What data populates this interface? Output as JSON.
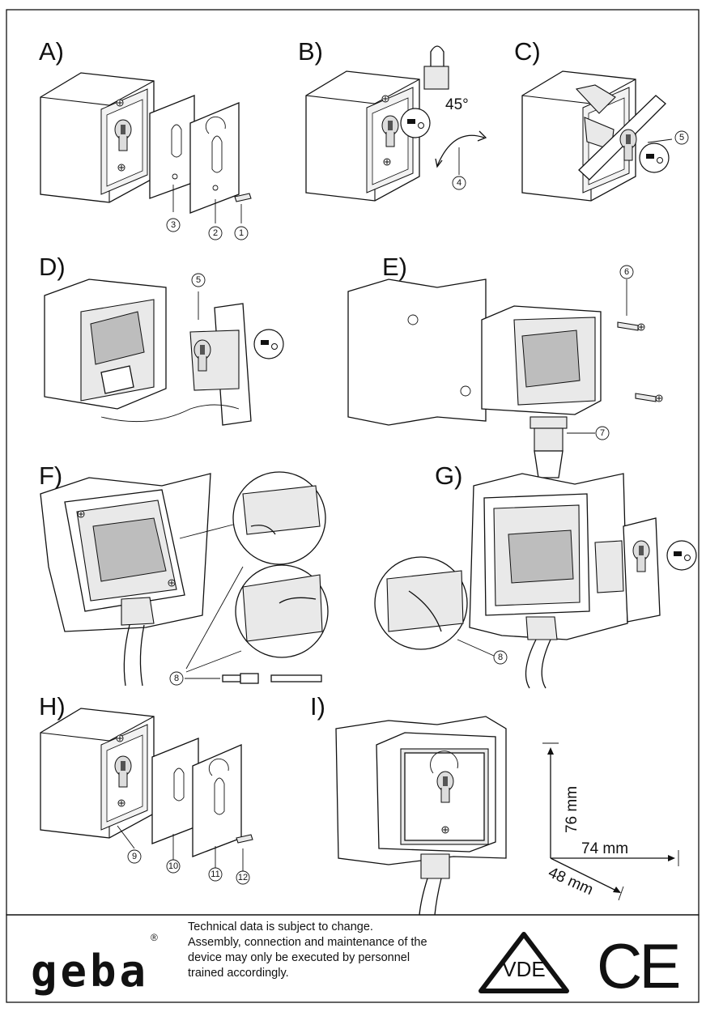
{
  "panels": {
    "a": "A)",
    "b": "B)",
    "c": "C)",
    "d": "D)",
    "e": "E)",
    "f": "F)",
    "g": "G)",
    "h": "H)",
    "i": "I)"
  },
  "callouts": {
    "n1": "1",
    "n2": "2",
    "n3": "3",
    "n4": "4",
    "n5": "5",
    "n5b": "5",
    "n6": "6",
    "n7": "7",
    "n8": "8",
    "n8b": "8",
    "n9": "9",
    "n10": "10",
    "n11": "11",
    "n12": "12"
  },
  "angle_label": "45°",
  "dimensions": {
    "height": "76 mm",
    "width": "74 mm",
    "depth": "48 mm"
  },
  "footer": {
    "brand": "geba",
    "registered": "®",
    "notes": [
      "Technical data is subject to change.",
      "Assembly, connection and maintenance of the",
      "device may only be executed by personnel",
      "trained accordingly."
    ],
    "vde": "VDE",
    "ce": "CE"
  },
  "icons": [
    "padlock-icon",
    "key-icon",
    "screw-icon",
    "rotation-arrow-icon",
    "cable-gland-icon",
    "wire-ferrule-icon"
  ]
}
